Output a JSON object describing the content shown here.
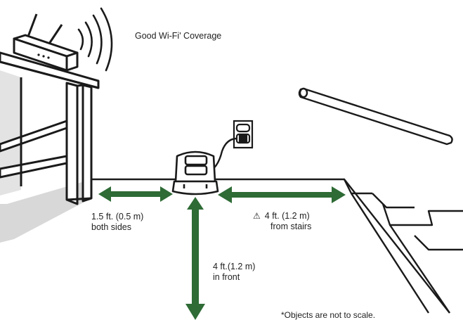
{
  "labels": {
    "wifi": "Good Wi-Fi' Coverage",
    "side_line1": "1.5 ft. (0.5 m)",
    "side_line2": "both sides",
    "stairs_line1": "4 ft. (1.2 m)",
    "stairs_line2": "from stairs",
    "front_line1": "4 ft.(1.2 m)",
    "front_line2": "in front",
    "note": "*Objects are not to scale."
  },
  "icons": {
    "router": "router-icon",
    "wifi": "wifi-signal-icon",
    "shelf": "shelf-icon",
    "robot": "robot-vacuum-dock-icon",
    "outlet": "power-outlet-icon",
    "stairs": "stairs-icon",
    "railing": "handrail-icon",
    "warning": "warning-triangle-icon"
  },
  "colors": {
    "arrow": "#2e6b35",
    "line": "#1a1a1a",
    "shade": "#d6d6d6",
    "text": "#222222"
  }
}
